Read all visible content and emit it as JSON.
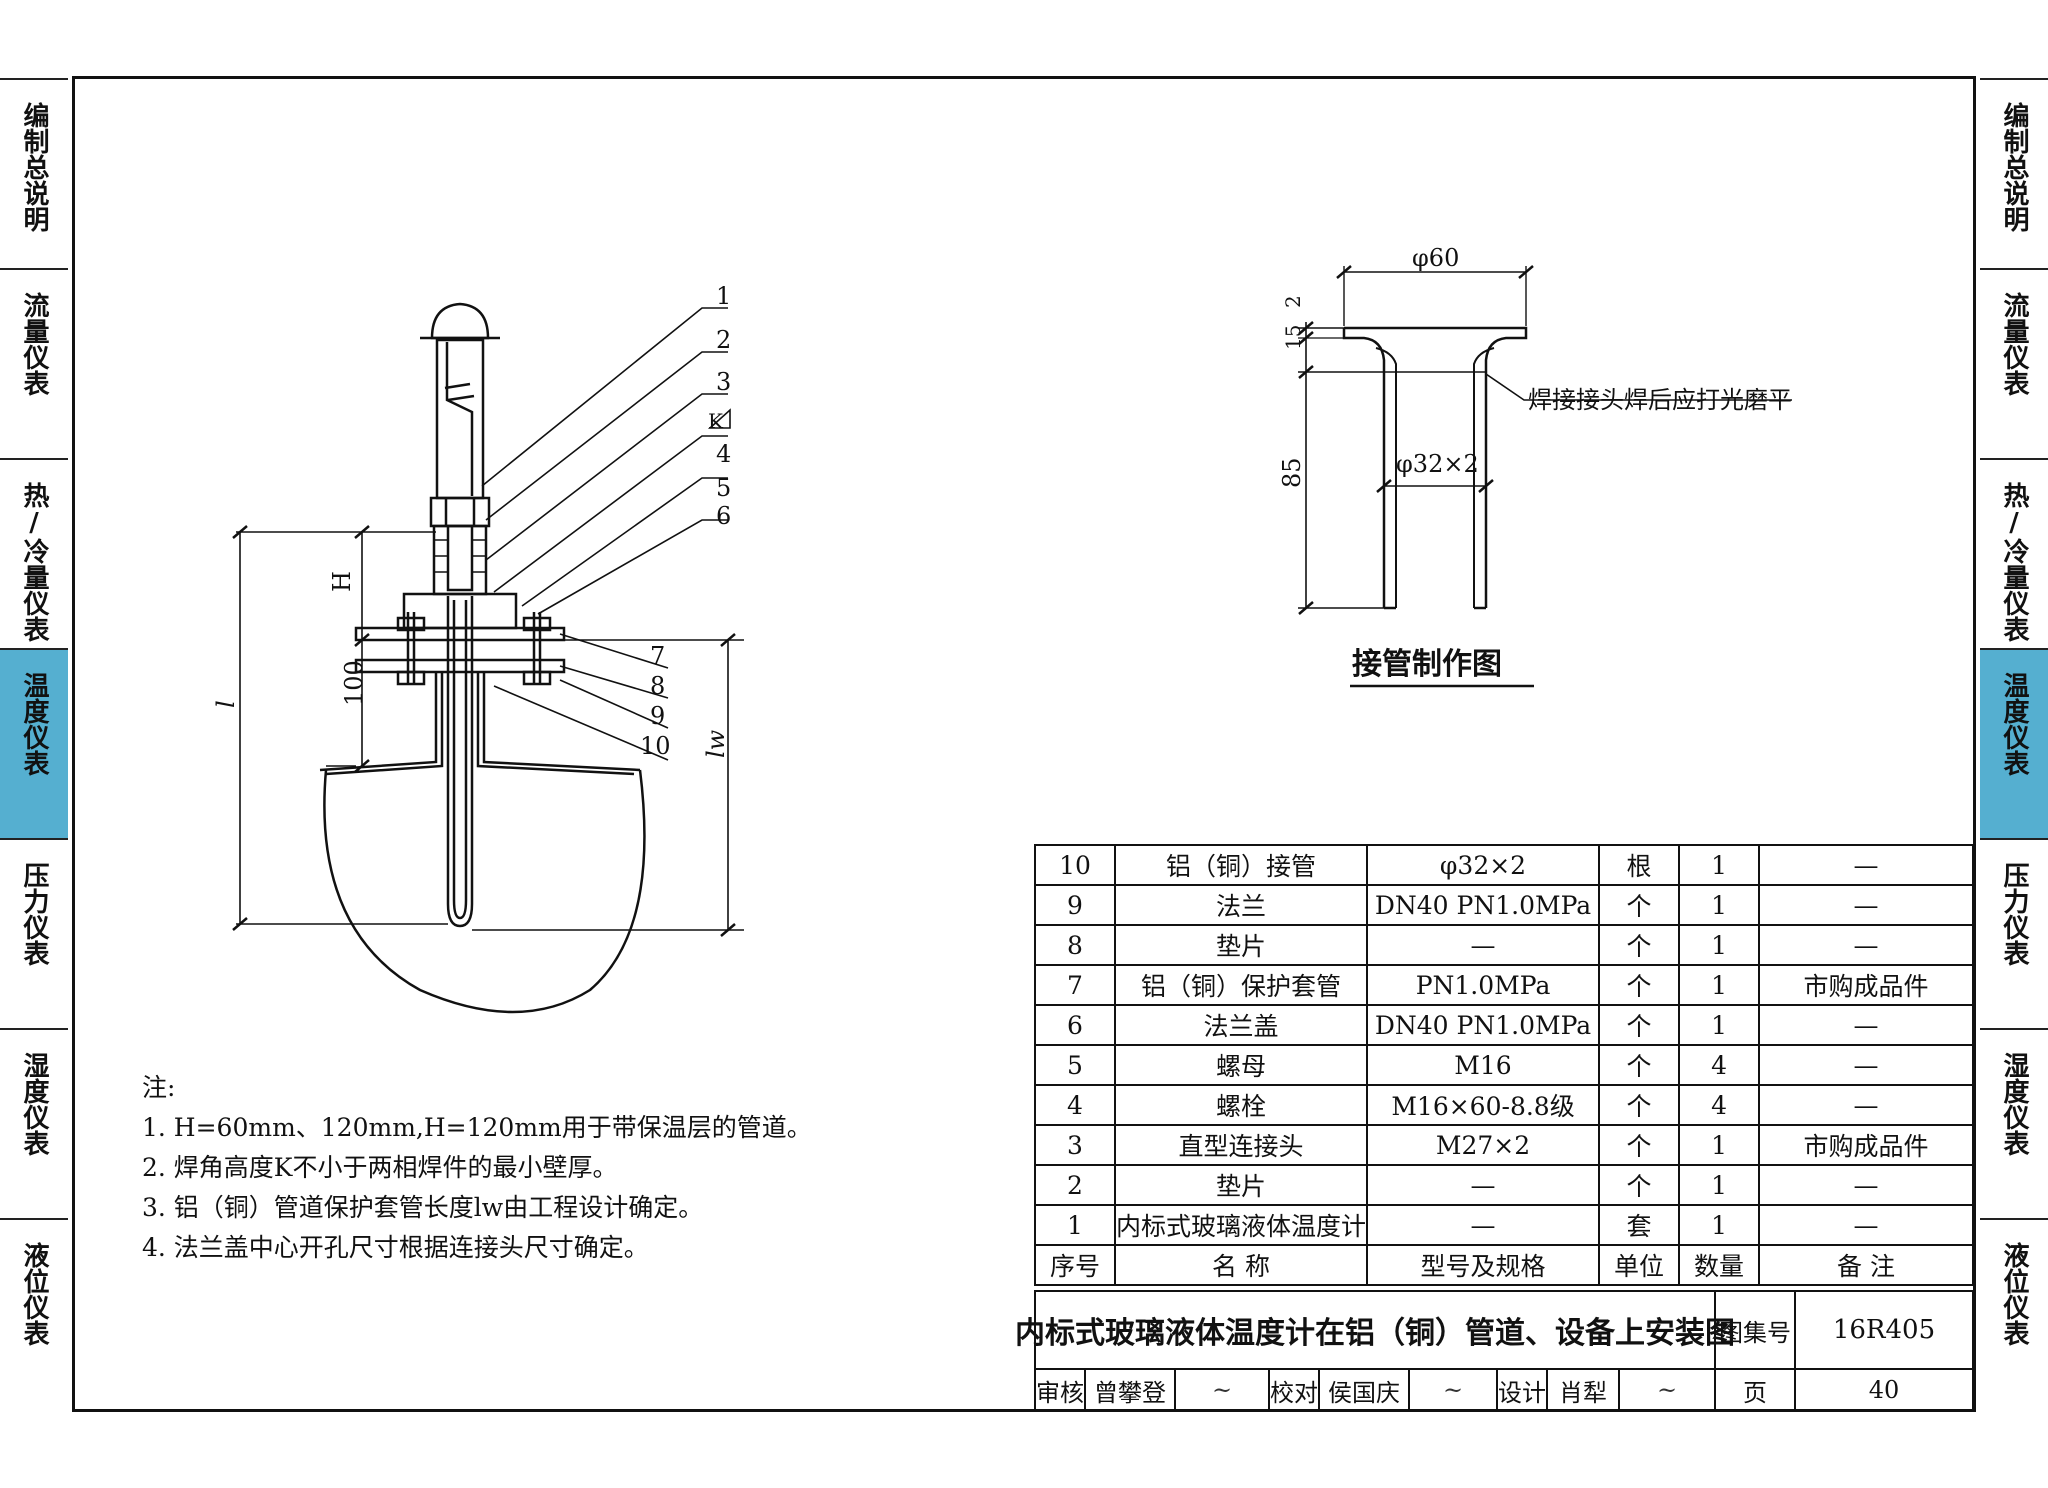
{
  "side_tabs": [
    {
      "label": "编制总说明",
      "active": false
    },
    {
      "label": "流量仪表",
      "active": false
    },
    {
      "label": "热/冷量仪表",
      "active": false
    },
    {
      "label": "温度仪表",
      "active": true
    },
    {
      "label": "压力仪表",
      "active": false
    },
    {
      "label": "湿度仪表",
      "active": false
    },
    {
      "label": "液位仪表",
      "active": false
    }
  ],
  "colors": {
    "active_tab": "#55afd0",
    "line": "#111111"
  },
  "main_drawing": {
    "callouts": [
      "1",
      "2",
      "3",
      "4",
      "5",
      "6",
      "7",
      "8",
      "9",
      "10"
    ],
    "weld_symbol": "K",
    "dim_H": "H",
    "dim_100": "100",
    "dim_l": "l",
    "dim_lw": "lw"
  },
  "pipe_drawing": {
    "title": "接管制作图",
    "dim_phi60": "φ60",
    "dim_2": "2",
    "dim_15": "15",
    "dim_85": "85",
    "dim_phi32": "φ32×2",
    "weld_note": "焊接接头焊后应打光磨平"
  },
  "notes": {
    "heading": "注:",
    "lines": [
      "1. H=60mm、120mm,H=120mm用于带保温层的管道。",
      "2. 焊角高度K不小于两相焊件的最小壁厚。",
      "3. 铝（铜）管道保护套管长度lw由工程设计确定。",
      "4. 法兰盖中心开孔尺寸根据连接头尺寸确定。"
    ]
  },
  "parts_table": {
    "headers": [
      "序号",
      "名  称",
      "型号及规格",
      "单位",
      "数量",
      "备  注"
    ],
    "rows": [
      [
        "10",
        "铝（铜）接管",
        "φ32×2",
        "根",
        "1",
        "—"
      ],
      [
        "9",
        "法兰",
        "DN40 PN1.0MPa",
        "个",
        "1",
        "—"
      ],
      [
        "8",
        "垫片",
        "—",
        "个",
        "1",
        "—"
      ],
      [
        "7",
        "铝（铜）保护套管",
        "PN1.0MPa",
        "个",
        "1",
        "市购成品件"
      ],
      [
        "6",
        "法兰盖",
        "DN40 PN1.0MPa",
        "个",
        "1",
        "—"
      ],
      [
        "5",
        "螺母",
        "M16",
        "个",
        "4",
        "—"
      ],
      [
        "4",
        "螺栓",
        "M16×60-8.8级",
        "个",
        "4",
        "—"
      ],
      [
        "3",
        "直型连接头",
        "M27×2",
        "个",
        "1",
        "市购成品件"
      ],
      [
        "2",
        "垫片",
        "—",
        "个",
        "1",
        "—"
      ],
      [
        "1",
        "内标式玻璃液体温度计",
        "—",
        "套",
        "1",
        "—"
      ]
    ]
  },
  "title_block": {
    "drawing_title": "内标式玻璃液体温度计在铝（铜）管道、设备上安装图",
    "atlas_label": "图集号",
    "atlas_number": "16R405",
    "review_label": "审核",
    "reviewer": "曾攀登",
    "check_label": "校对",
    "checker": "侯国庆",
    "design_label": "设计",
    "designer": "肖犁",
    "page_label": "页",
    "page_number": "40"
  }
}
